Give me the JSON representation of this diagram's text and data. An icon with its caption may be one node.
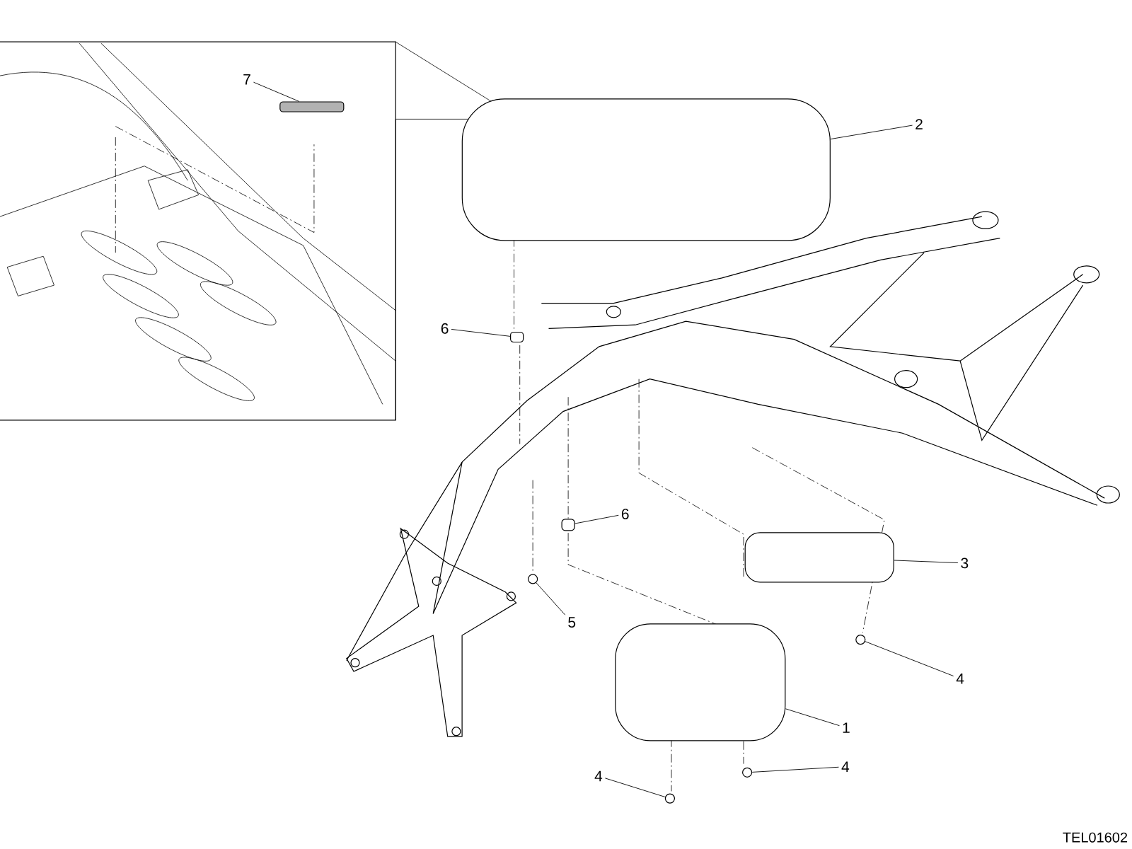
{
  "diagram": {
    "nodes": [
      {
        "text": [
          "7"
        ]
      },
      {
        "text": [],
        "shape": "box"
      },
      {
        "text": [
          "2"
        ]
      },
      {
        "text": [],
        "shape": "box"
      },
      {
        "text": [
          "6"
        ]
      },
      {
        "text": [],
        "shape": "box"
      },
      {
        "text": [
          "6"
        ]
      },
      {
        "text": [],
        "shape": "box"
      },
      {
        "text": [
          "3"
        ]
      },
      {
        "text": [],
        "shape": "box"
      },
      {
        "text": [
          "5"
        ]
      },
      {
        "text": [],
        "shape": "circle"
      },
      {
        "text": [
          "4"
        ]
      },
      {
        "text": [],
        "shape": "circle"
      },
      {
        "text": [
          "1"
        ]
      },
      {
        "text": [],
        "shape": "box"
      },
      {
        "text": [
          "4"
        ]
      },
      {
        "text": [],
        "shape": "circle"
      },
      {
        "text": [
          "4"
        ]
      },
      {
        "text": [],
        "shape": "circle"
      }
    ],
    "edges": [
      {
        "from": 0,
        "to": 1,
        "arrow": "none"
      },
      {
        "from": 2,
        "to": 3,
        "arrow": "none"
      },
      {
        "from": 4,
        "to": 5,
        "arrow": "none"
      },
      {
        "from": 6,
        "to": 7,
        "arrow": "none"
      },
      {
        "from": 8,
        "to": 9,
        "arrow": "none"
      },
      {
        "from": 10,
        "to": 11,
        "arrow": "none"
      },
      {
        "from": 12,
        "to": 13,
        "arrow": "none"
      },
      {
        "from": 14,
        "to": 15,
        "arrow": "none"
      },
      {
        "from": 16,
        "to": 17,
        "arrow": "none"
      },
      {
        "from": 18,
        "to": 19,
        "arrow": "none"
      }
    ],
    "labels": [
      "TEL01602"
    ]
  }
}
